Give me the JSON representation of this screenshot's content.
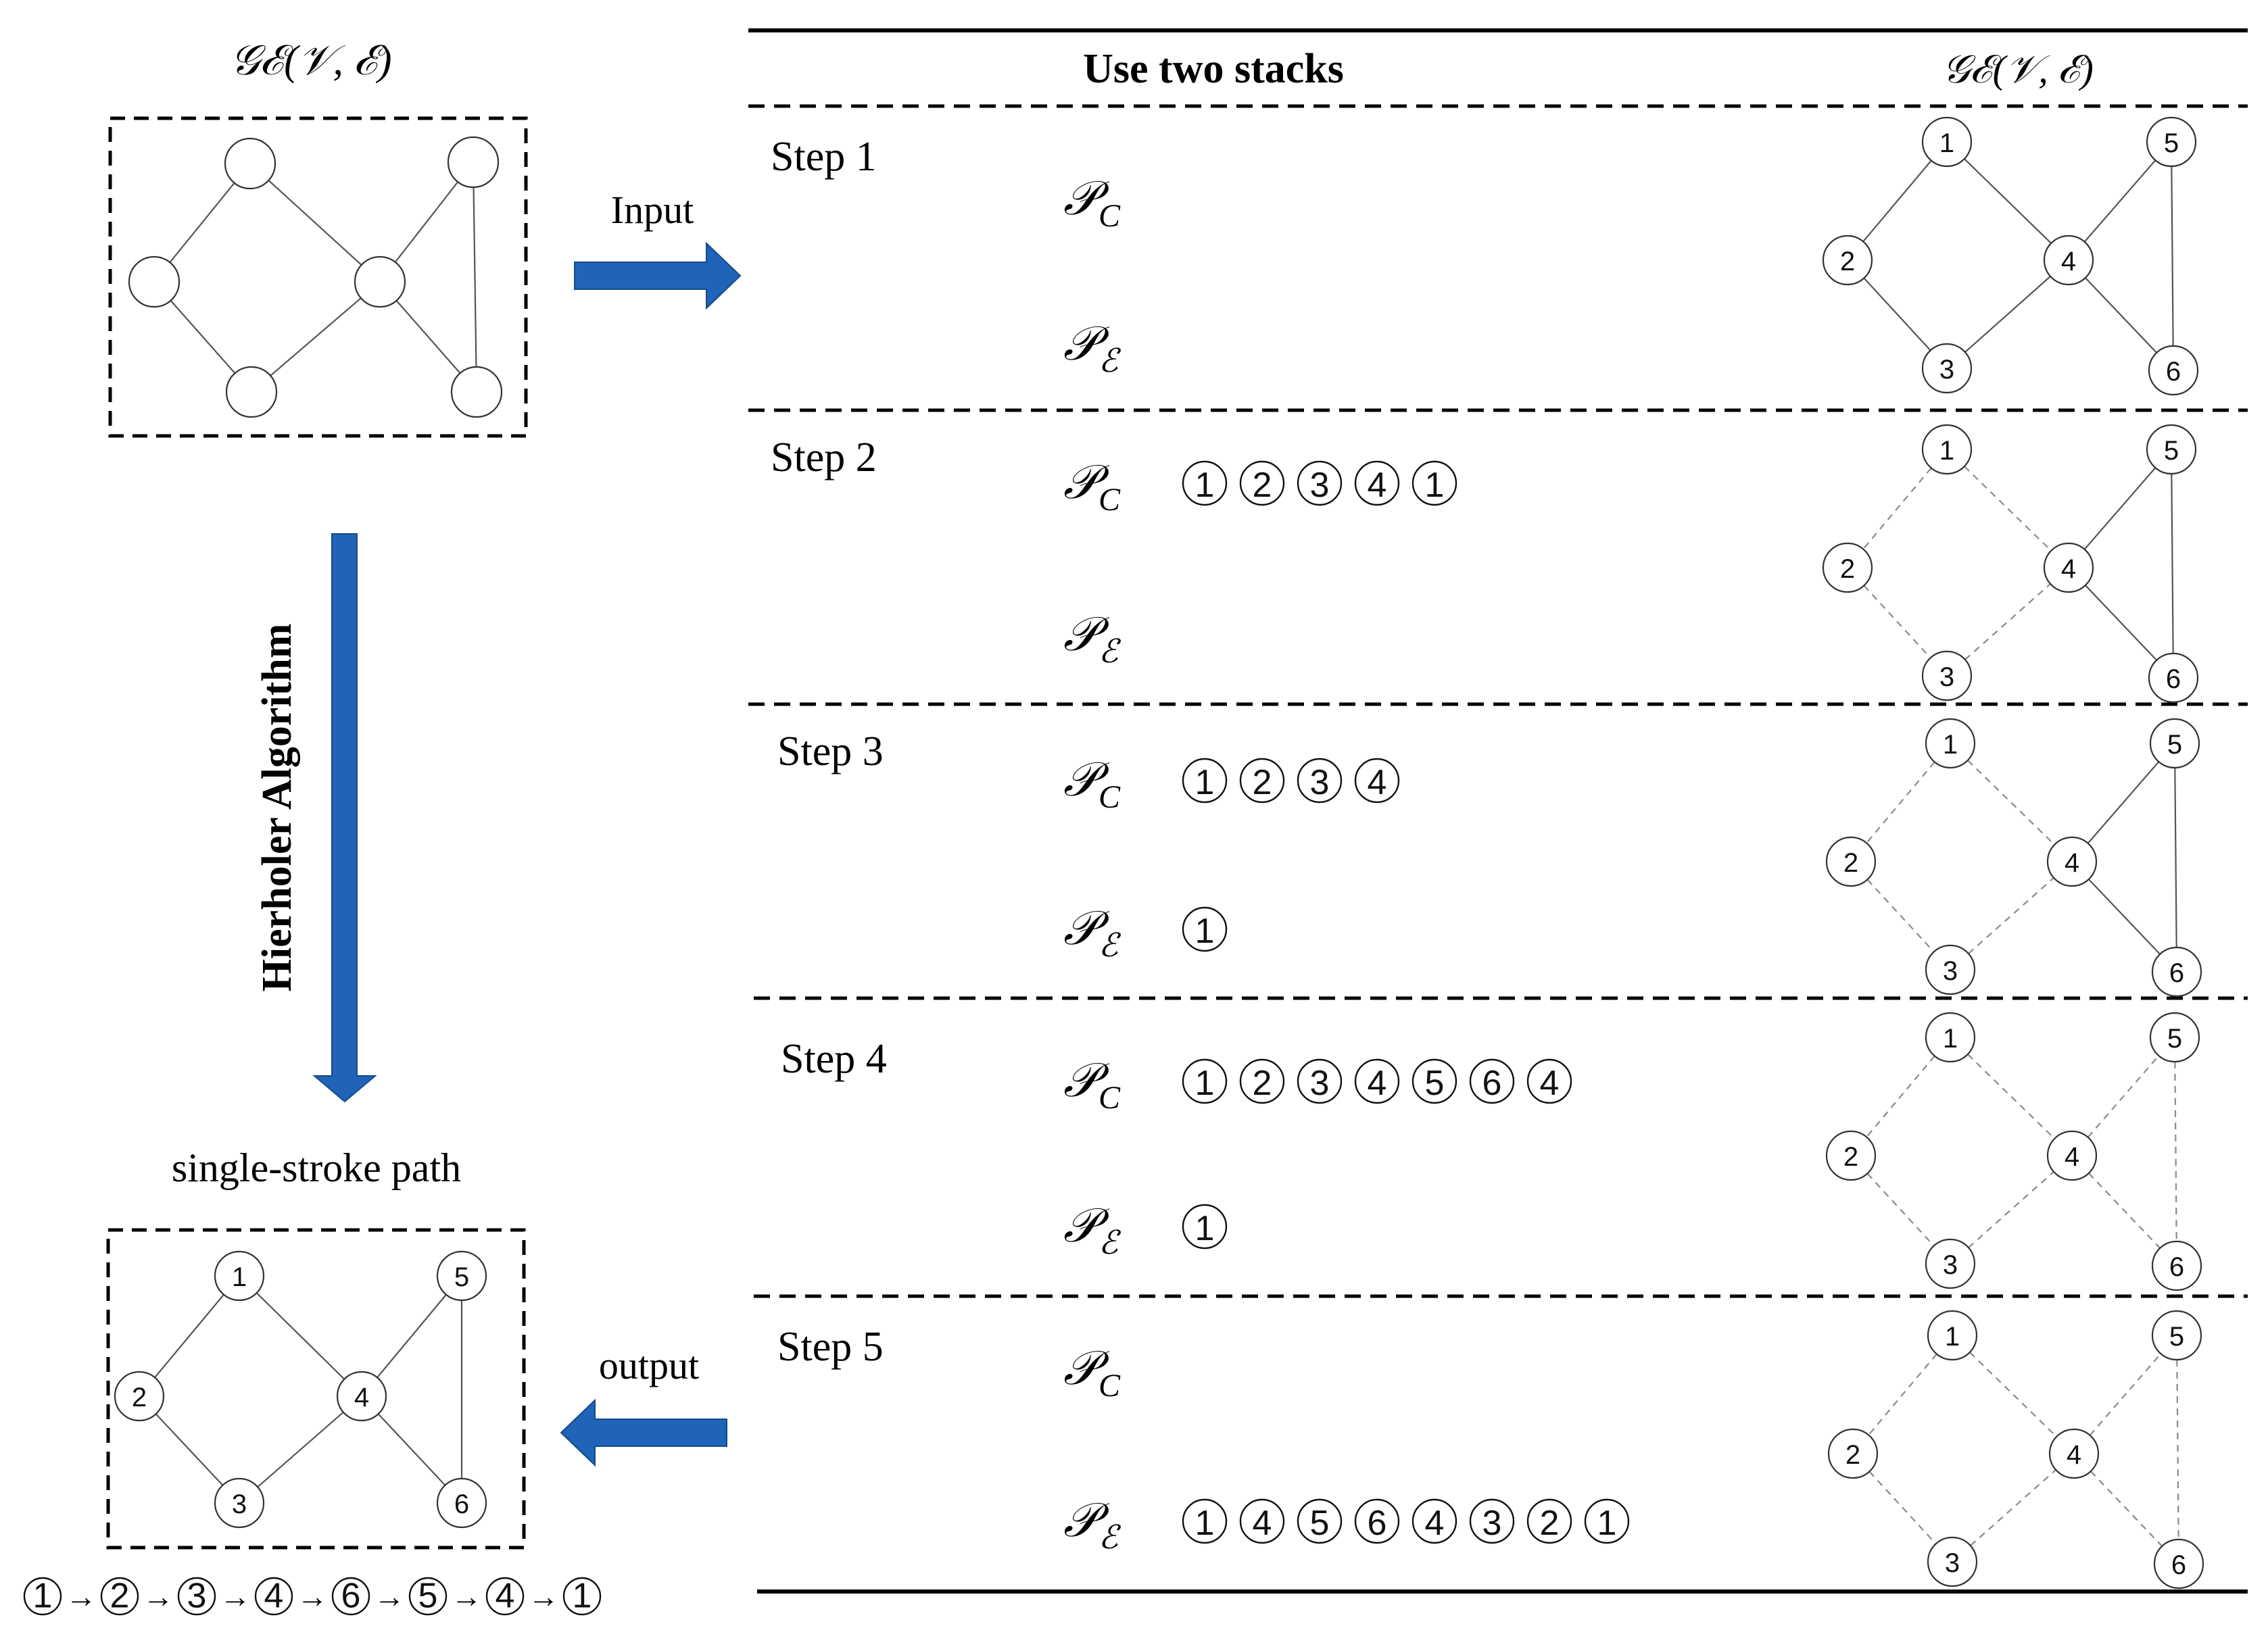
{
  "left": {
    "input_graph_title": "𝒢ℰ(𝒱, ℰ)",
    "input_arrow_label": "Input",
    "algorithm_label": "Hierholer Algorithm",
    "output_title": "single-stroke path",
    "output_arrow_label": "output",
    "path_nodes": [
      "1",
      "2",
      "3",
      "4",
      "6",
      "5",
      "4",
      "1"
    ]
  },
  "table": {
    "header_center": "Use two stacks",
    "header_right": "𝒢ℰ(𝒱, ℰ)",
    "stack_c_label": "𝒫",
    "stack_c_sub": "C",
    "stack_e_label": "𝒫",
    "stack_e_sub": "ℰ",
    "steps": [
      {
        "label": "Step 1",
        "pc": [],
        "pe": [],
        "dashed_edges": []
      },
      {
        "label": "Step 2",
        "pc": [
          "1",
          "2",
          "3",
          "4",
          "1"
        ],
        "pe": [],
        "dashed_edges": [
          "1-2",
          "2-3",
          "3-4",
          "1-4"
        ]
      },
      {
        "label": "Step 3",
        "pc": [
          "1",
          "2",
          "3",
          "4"
        ],
        "pe": [
          "1"
        ],
        "dashed_edges": [
          "1-2",
          "2-3",
          "3-4",
          "1-4"
        ]
      },
      {
        "label": "Step 4",
        "pc": [
          "1",
          "2",
          "3",
          "4",
          "5",
          "6",
          "4"
        ],
        "pe": [
          "1"
        ],
        "dashed_edges": [
          "1-2",
          "2-3",
          "3-4",
          "1-4",
          "4-5",
          "5-6",
          "4-6"
        ]
      },
      {
        "label": "Step 5",
        "pc": [],
        "pe": [
          "1",
          "4",
          "5",
          "6",
          "4",
          "3",
          "2",
          "1"
        ],
        "dashed_edges": [
          "1-2",
          "2-3",
          "3-4",
          "1-4",
          "4-5",
          "5-6",
          "4-6"
        ]
      }
    ]
  },
  "graph": {
    "node_labels": [
      "1",
      "2",
      "3",
      "4",
      "5",
      "6"
    ],
    "edges": [
      "1-2",
      "2-3",
      "3-4",
      "1-4",
      "4-5",
      "5-6",
      "4-6"
    ]
  },
  "colors": {
    "arrow_blue": "#1f64b8",
    "line": "#000000"
  }
}
